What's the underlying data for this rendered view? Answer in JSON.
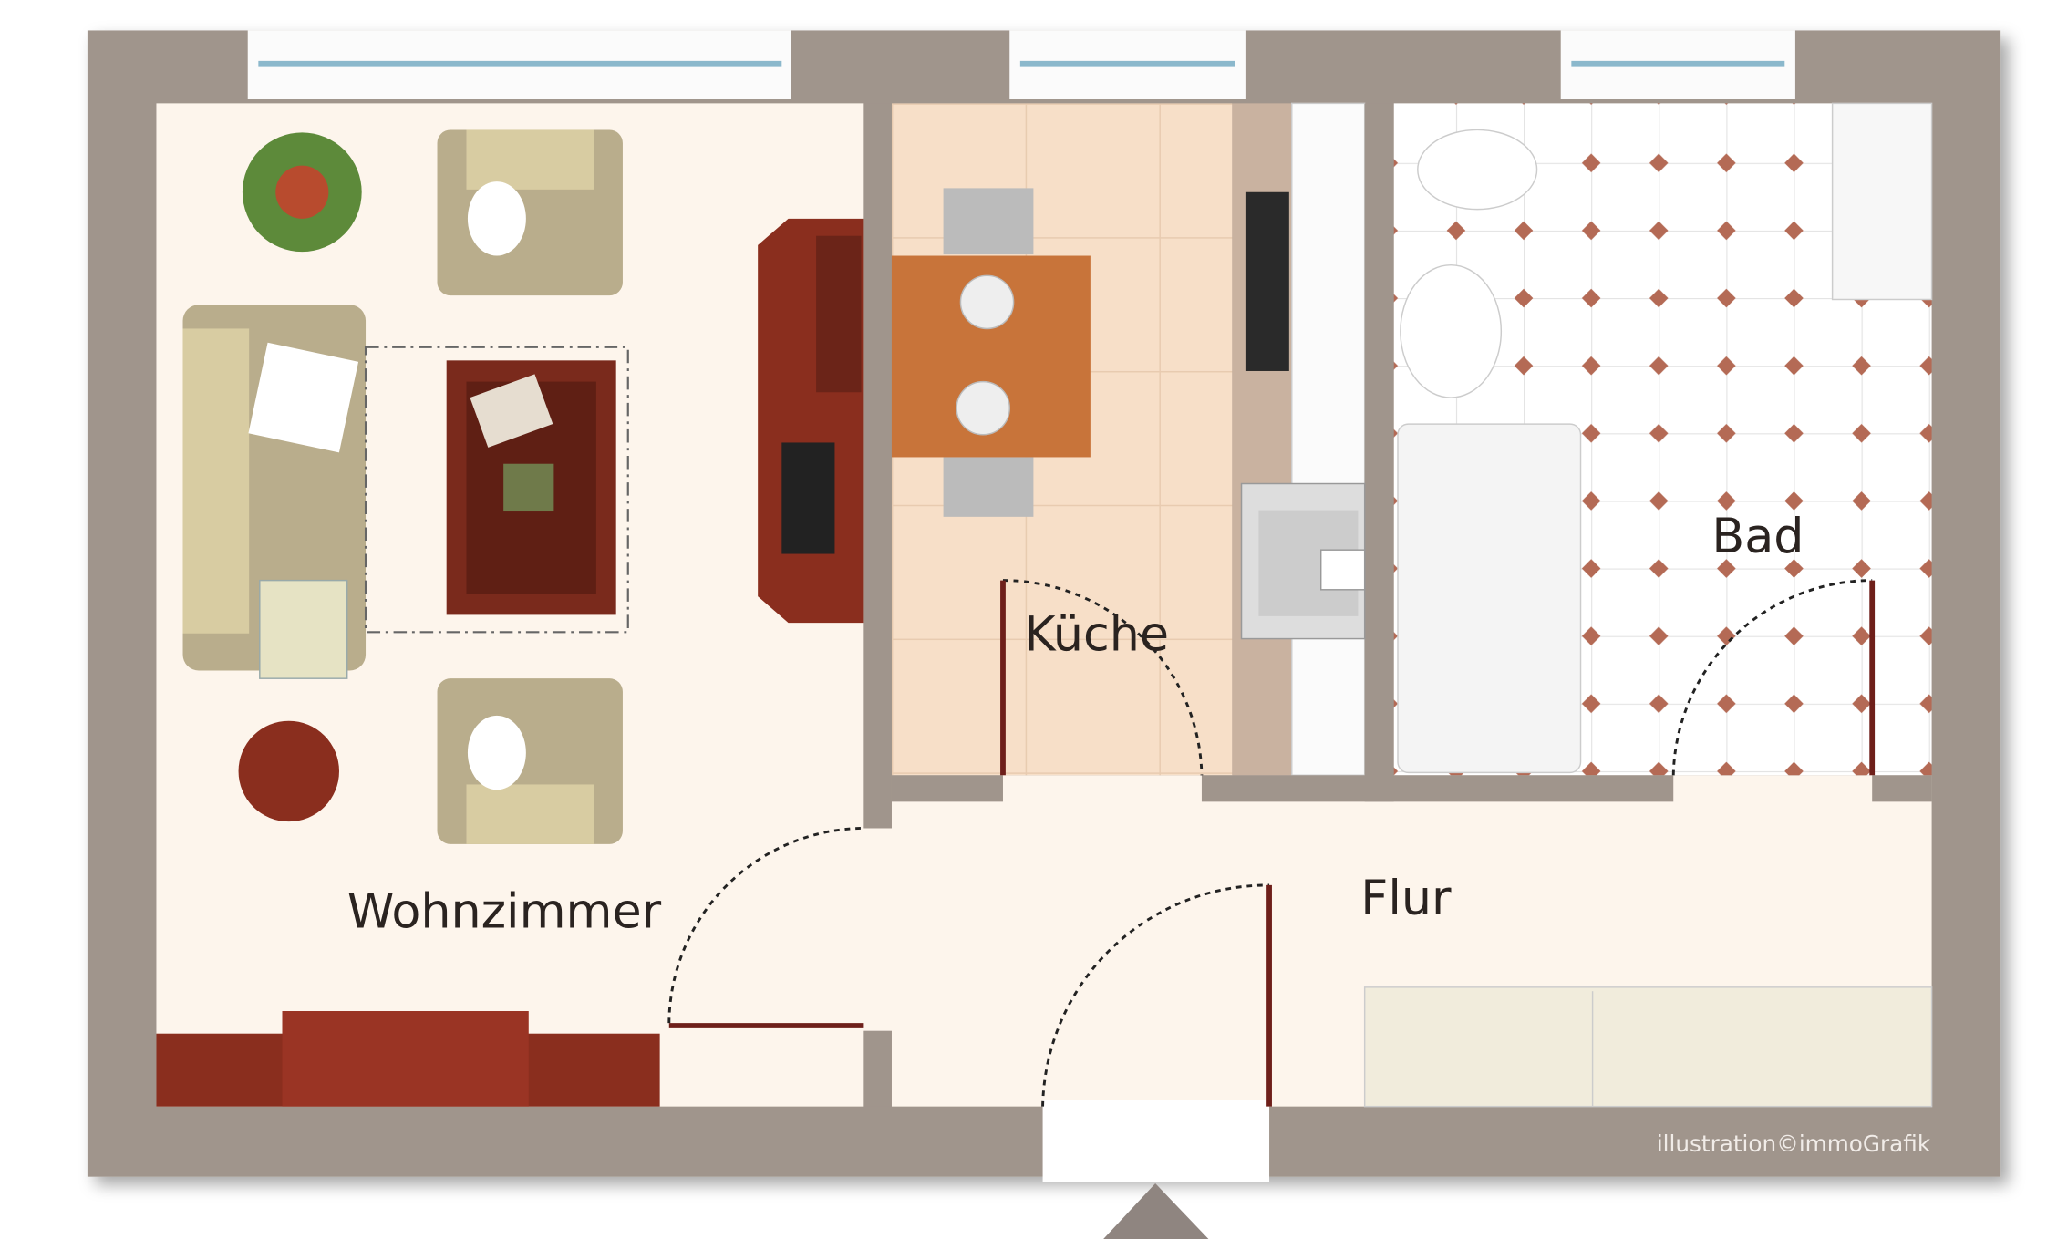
{
  "rooms": {
    "living": "Wohnzimmer",
    "kitchen": "Küche",
    "bath": "Bad",
    "hall": "Flur"
  },
  "credit": "illustration©immoGrafik",
  "colors": {
    "wall": "#a0958c",
    "floor": "#fdf5ec",
    "kitchen_tile": "#f7dfc8",
    "bath_diamond": "#b46a55",
    "wood": "#8a2e1e",
    "upholstery": "#b9ad8c"
  }
}
